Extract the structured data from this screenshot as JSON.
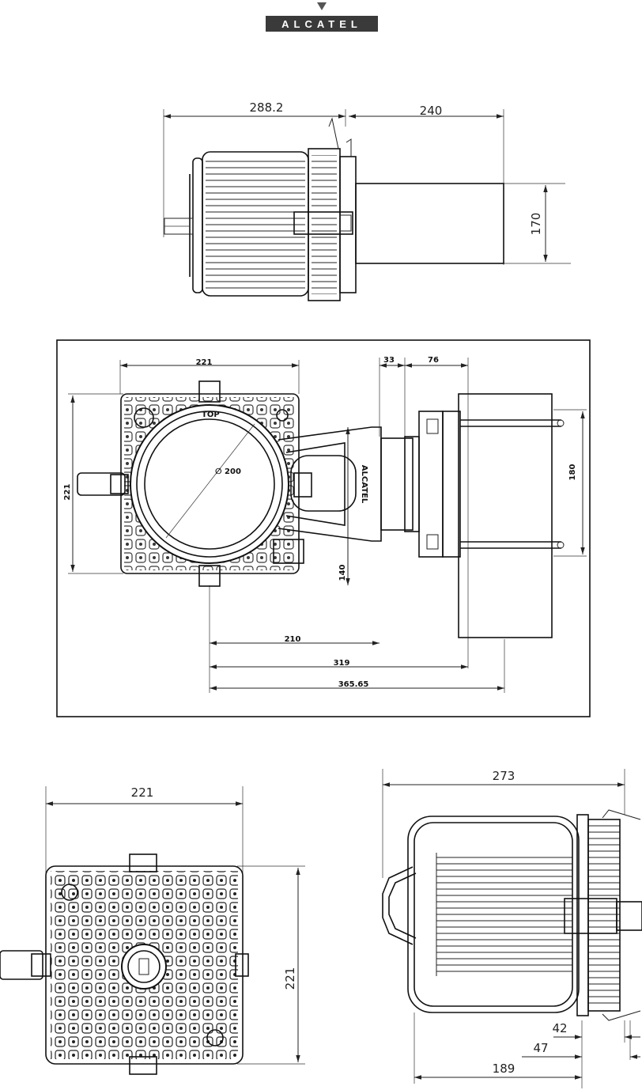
{
  "logo": {
    "text": "ALCATEL"
  },
  "views": {
    "side_top": {
      "dims": {
        "width_body": "288.2",
        "depth": "240",
        "height": "170"
      }
    },
    "plan": {
      "dims": {
        "width_top": "221",
        "gap": "33",
        "offset": "76",
        "height_left": "221",
        "height_right": "180",
        "diameter": "∅ 200",
        "vertical": "140",
        "d210": "210",
        "d319": "319",
        "d365": "365.65"
      },
      "labels": {
        "top": "TOP",
        "brand_vertical": "ALCATEL"
      }
    },
    "back": {
      "dims": {
        "width": "221",
        "height": "221"
      }
    },
    "side_bottom": {
      "dims": {
        "width": "273",
        "d42": "42",
        "d47": "47",
        "d189": "189"
      }
    }
  }
}
